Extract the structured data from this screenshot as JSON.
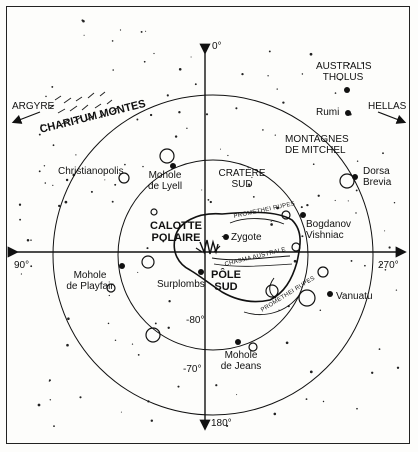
{
  "map": {
    "axis_labels": {
      "top": "0°",
      "bottom": "180°",
      "left": "90°",
      "right": "270°"
    },
    "latitude_labels": {
      "inner": "-80°",
      "outer": "-70°"
    },
    "direction_labels": {
      "argyre": "ARGYRE",
      "hellas": "HELLAS"
    },
    "regions": {
      "charitum": "CHARITUM MONTES",
      "australis_1": "AUSTRALIS",
      "australis_2": "THOLUS",
      "mitchel_1": "MONTAGNES",
      "mitchel_2": "DE MITCHEL",
      "cratere_1": "CRATÈRE",
      "cratere_2": "SUD",
      "calotte_1": "CALOTTE",
      "calotte_2": "POLAIRE",
      "pole_1": "PÔLE",
      "pole_2": "SUD"
    },
    "places": {
      "christianopolis": "Christianopolis",
      "lyell_1": "Mohole",
      "lyell_2": "de Lyell",
      "rumi": "Rumi",
      "dorsa_1": "Dorsa",
      "dorsa_2": "Brevia",
      "bogdanov_1": "Bogdanov",
      "bogdanov_2": "Vishniac",
      "zygote": "Zygote",
      "playfair_1": "Mohole",
      "playfair_2": "de Playfair",
      "surplombs": "Surplombs",
      "vanuatu": "Vanuatu",
      "jeans_1": "Mohole",
      "jeans_2": "de Jeans"
    },
    "feature_labels": {
      "promethei_rupes_top": "PROMETHEI RUPES",
      "chasma_australe": "CHASMA AUSTRALE",
      "promethei_rupes_bottom": "PROMETHEI RUPES"
    },
    "colors": {
      "ink": "#111111",
      "paper": "#fdfdfb"
    }
  }
}
